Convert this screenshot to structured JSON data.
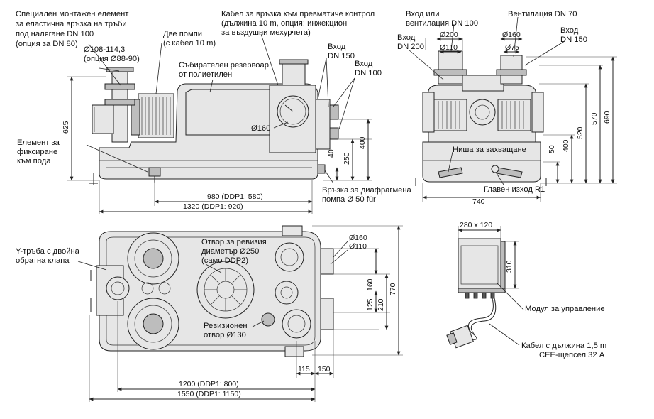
{
  "labels": {
    "mount_element": [
      "Специален монтажен елемент",
      "за еластична връзка на тръби",
      "под налягане DN 100",
      "(опция за DN 80)"
    ],
    "flange_dia": [
      "Ø108-114,3",
      "(опция Ø88-90)"
    ],
    "two_pumps": [
      "Две помпи",
      "(с кабел 10 m)"
    ],
    "tank": [
      "Събирателен резервоар",
      "от полиетилен"
    ],
    "cable_pneumatic": [
      "Кабел за връзка към превматиче контрол",
      "(дължина 10 m, опция: инжекцион",
      "за въздушни мехурчета)"
    ],
    "inlet_dn150": [
      "Вход",
      "DN 150"
    ],
    "inlet_dn100": [
      "Вход",
      "DN 100"
    ],
    "dia_160_side": "Ø160",
    "floor_fix": [
      "Елемент за",
      "фиксиране",
      "към пода"
    ],
    "diaphragm": [
      "Връзка за диафрагмена",
      "помпа  Ø 50 für"
    ],
    "inlet_or_vent": [
      "Вход или",
      "вентилация DN 100"
    ],
    "vent_dn70": "Вентилация DN 70",
    "inlet_dn200": [
      "Вход",
      "DN 200"
    ],
    "inlet_dn150_r": [
      "Вход",
      "DN 150"
    ],
    "dia_200": "Ø200",
    "dia_110": "Ø110",
    "dia_160_top": "Ø160",
    "dia_75": "Ø75",
    "grip_niche": "Ниша за захващане",
    "main_outlet": "Главен изход R1",
    "y_pipe": [
      "Y-тръба с двойна",
      "обратна клапа"
    ],
    "inspection_opening": [
      "Отвор за ревизия",
      "диаметър Ø250",
      "(само DDP2)"
    ],
    "dia_160_plan": "Ø160",
    "dia_110_plan": "Ø110",
    "revision_opening": [
      "Ревизионен",
      "отвор Ø130"
    ],
    "control_module": "Модул за управление",
    "cable_cee": [
      "Кабел с дължина 1,5 m",
      "CEE-щепсел 32 A"
    ]
  },
  "dimensions": {
    "h_625": "625",
    "h_400_side": "400",
    "h_250": "250",
    "h_40": "40",
    "w_980": "980 (DDP1: 580)",
    "w_1320": "1320 (DDP1: 920)",
    "h_690": "690",
    "h_570": "570",
    "h_520": "520",
    "h_400_front": "400",
    "h_50": "50",
    "w_740": "740",
    "d_770": "770",
    "d_210": "210",
    "d_160": "160",
    "d_125": "125",
    "w_115": "115",
    "w_150": "150",
    "w_1200": "1200 (DDP1: 800)",
    "w_1550": "1550 (DDP1: 1150)",
    "box_280x120": "280 x 120",
    "box_310": "310"
  }
}
